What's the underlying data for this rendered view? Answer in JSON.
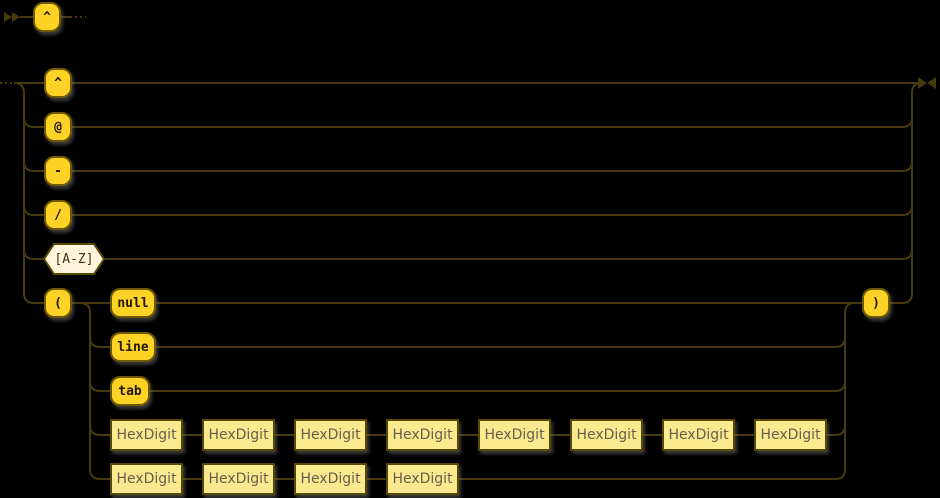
{
  "diagram": {
    "background": "#000000",
    "line_color": "#473A0C",
    "terminal_fill": "#FFD226",
    "nonterminal_fill": "#FAE98F",
    "charclass_fill": "#FFF5DC",
    "icons": {
      "start_marker": "▶▶",
      "end_marker": "▶◀"
    }
  },
  "top_rule": {
    "items": [
      {
        "type": "terminal",
        "label": "^"
      }
    ],
    "continues": "..."
  },
  "rule": {
    "alternatives": [
      {
        "type": "terminal",
        "label": "^"
      },
      {
        "type": "terminal",
        "label": "@"
      },
      {
        "type": "terminal",
        "label": "-"
      },
      {
        "type": "terminal",
        "label": "/"
      },
      {
        "type": "charclass",
        "label": "[A-Z]"
      },
      {
        "type": "group",
        "open_label": "(",
        "close_label": ")",
        "alternatives": [
          {
            "type": "terminal",
            "label": "null"
          },
          {
            "type": "terminal",
            "label": "line"
          },
          {
            "type": "terminal",
            "label": "tab"
          },
          {
            "type": "sequence",
            "items": [
              {
                "type": "nonterminal",
                "label": "HexDigit"
              },
              {
                "type": "nonterminal",
                "label": "HexDigit"
              },
              {
                "type": "nonterminal",
                "label": "HexDigit"
              },
              {
                "type": "nonterminal",
                "label": "HexDigit"
              },
              {
                "type": "nonterminal",
                "label": "HexDigit"
              },
              {
                "type": "nonterminal",
                "label": "HexDigit"
              },
              {
                "type": "nonterminal",
                "label": "HexDigit"
              },
              {
                "type": "nonterminal",
                "label": "HexDigit"
              }
            ]
          },
          {
            "type": "sequence",
            "items": [
              {
                "type": "nonterminal",
                "label": "HexDigit"
              },
              {
                "type": "nonterminal",
                "label": "HexDigit"
              },
              {
                "type": "nonterminal",
                "label": "HexDigit"
              },
              {
                "type": "nonterminal",
                "label": "HexDigit"
              }
            ]
          }
        ]
      }
    ]
  }
}
